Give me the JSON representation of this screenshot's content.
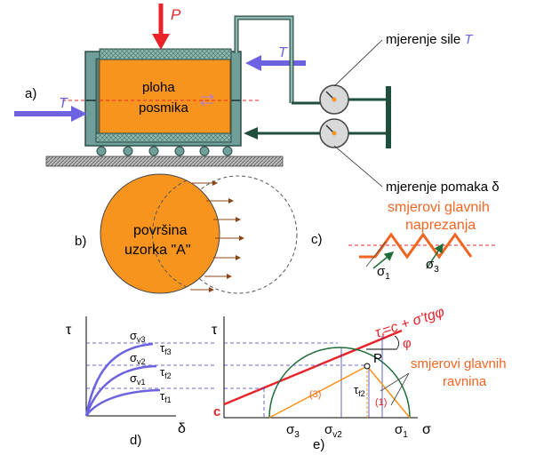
{
  "panel_a": {
    "label": "a)",
    "force_p": "P",
    "force_t_left": "T",
    "force_t_right": "T",
    "sample_line1": "ploha",
    "sample_line2": "posmika",
    "force_measure_prefix": "mjerenje sile",
    "force_measure_symbol": "T",
    "displacement_measure": "mjerenje pomaka δ"
  },
  "panel_b": {
    "label": "b)",
    "line1": "površina",
    "line2": "uzorka \"A\""
  },
  "panel_c": {
    "label": "c)",
    "title_line1": "smjerovi glavnih",
    "title_line2": "naprezanja",
    "sigma1": "σ",
    "sigma1_sub": "1",
    "sigma3": "σ",
    "sigma3_sub": "3"
  },
  "panel_d": {
    "label": "d)",
    "y_axis": "τ",
    "x_axis": "δ",
    "curves": [
      {
        "sigma": "σ",
        "sigma_sub": "v3",
        "tau": "τ",
        "tau_sub": "f3"
      },
      {
        "sigma": "σ",
        "sigma_sub": "v2",
        "tau": "τ",
        "tau_sub": "f2"
      },
      {
        "sigma": "σ",
        "sigma_sub": "v1",
        "tau": "τ",
        "tau_sub": "f1"
      }
    ]
  },
  "panel_e": {
    "label": "e)",
    "y_axis": "τ",
    "x_axis": "σ",
    "equation_tau": "τ",
    "equation_tau_sub": "f",
    "equation_rest": "=c + σ'tgφ",
    "phi": "φ",
    "c_label": "c",
    "pole": "P",
    "tau_f2": "τ",
    "tau_f2_sub": "f2",
    "label_3": "(3)",
    "label_1": "(1)",
    "sigma3": "σ",
    "sigma3_sub": "3",
    "sigmav2": "σ",
    "sigmav2_sub": "v2",
    "sigma1": "σ",
    "sigma1_sub": "1",
    "planes_line1": "smjerovi glavnih",
    "planes_line2": "ravnina"
  },
  "colors": {
    "orange": "#f7941d",
    "dark_green": "#1f4e3d",
    "purple": "#6d63e0",
    "red": "#e8242a",
    "blue_dashed": "#3d3dbf",
    "label_orange": "#f26522"
  }
}
